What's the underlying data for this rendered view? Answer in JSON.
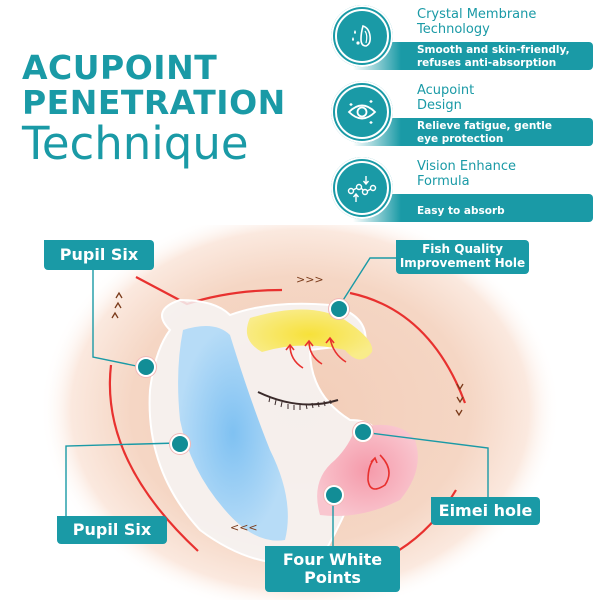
{
  "title": {
    "line1": "ACUPOINT",
    "line2": "PENETRATION",
    "line3": "Technique"
  },
  "features": [
    {
      "icon": "droplet-icon",
      "heading_l1": "Crystal Membrane",
      "heading_l2": "Technology",
      "sub_l1": "Smooth and skin-friendly,",
      "sub_l2": "refuses anti-absorption"
    },
    {
      "icon": "eye-icon",
      "heading_l1": "Acupoint",
      "heading_l2": "Design",
      "sub_l1": "Relieve fatigue, gentle",
      "sub_l2": "eye protection"
    },
    {
      "icon": "molecule-icon",
      "heading_l1": "Vision Enhance",
      "heading_l2": "Formula",
      "sub_l1": "Easy to absorb",
      "sub_l2": ""
    }
  ],
  "diagram": {
    "labels": {
      "pupil_six_top": "Pupil Six",
      "fish_quality_l1": "Fish Quality",
      "fish_quality_l2": "Improvement Hole",
      "pupil_six_bottom": "Pupil Six",
      "eimei_hole": "Eimei hole",
      "four_white_l1": "Four White",
      "four_white_l2": "Points"
    },
    "arrows": {
      "top": ">>>",
      "bottom": "<<<",
      "left": "^^^",
      "right": "vvv"
    }
  },
  "colors": {
    "teal": "#1a9aa6",
    "red": "#e8312f",
    "blue_zone": "#8cc8f0",
    "yellow_zone": "#f6e24a",
    "pink_zone": "#f5a3b0",
    "skin": "#f4d4c0"
  }
}
